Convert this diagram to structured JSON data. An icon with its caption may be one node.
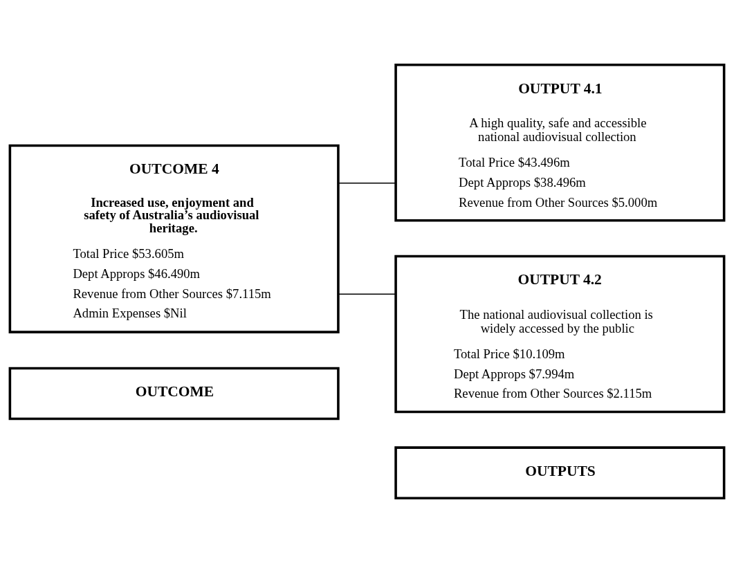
{
  "diagram": {
    "nodes": [
      {
        "text": [
          "OUTCOME"
        ]
      },
      {
        "text": [
          "OUTPUTS"
        ]
      },
      {
        "text": [
          "OUTCOME 4",
          "Increased use, enjoyment and safety of Australia’s audiovisual heritage.",
          "Total Price $53.605m",
          "Dept Approps $46.490m",
          "Revenue from Other Sources $7.115m",
          "Admin Expenses $Nil"
        ]
      },
      {
        "text": [
          "OUTPUT 4.1",
          "A high quality, safe and accessible national audiovisual collection",
          "Total Price $43.496m",
          "Dept Approps $38.496m",
          "Revenue from Other Sources $5.000m"
        ]
      },
      {
        "text": [
          "OUTPUT 4.2",
          "The national audiovisual collection is widely accessed by the public",
          "Total Price $10.109m",
          "Dept Approps $7.994m",
          "Revenue from Other Sources $2.115m"
        ]
      }
    ],
    "edges": [
      {
        "from": 2,
        "to": 3,
        "arrow": "none"
      },
      {
        "from": 2,
        "to": 4,
        "arrow": "none"
      }
    ]
  }
}
